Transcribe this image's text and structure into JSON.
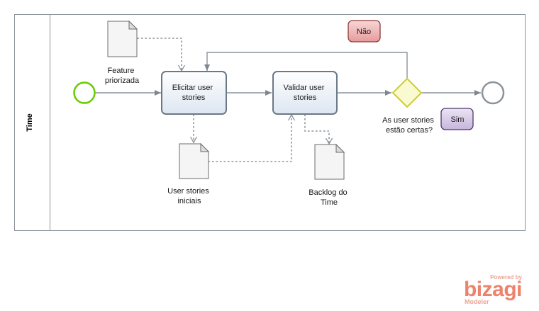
{
  "pool": {
    "lane_label": "Time"
  },
  "tasks": {
    "elicitar": [
      "Elicitar  user",
      "stories"
    ],
    "validar": [
      "Validar  user",
      "stories"
    ]
  },
  "gateway": {
    "label": [
      "As user stories",
      "estão certas?"
    ]
  },
  "annotations": {
    "nao": "Não",
    "sim": "Sim"
  },
  "artifacts": {
    "feature": [
      "Feature",
      "priorizada"
    ],
    "user_stories": [
      "User stories",
      "iniciais"
    ],
    "backlog": [
      "Backlog do",
      "Time"
    ]
  },
  "branding": {
    "powered_by": "Powered by",
    "name": "bizagi",
    "product": "Modeler"
  },
  "colors": {
    "start_event": "#66cc00",
    "gateway": "#e6e600",
    "nao_annotation": "#e8a0a0",
    "sim_annotation": "#c8b5dc",
    "brand": "#ee826a"
  }
}
